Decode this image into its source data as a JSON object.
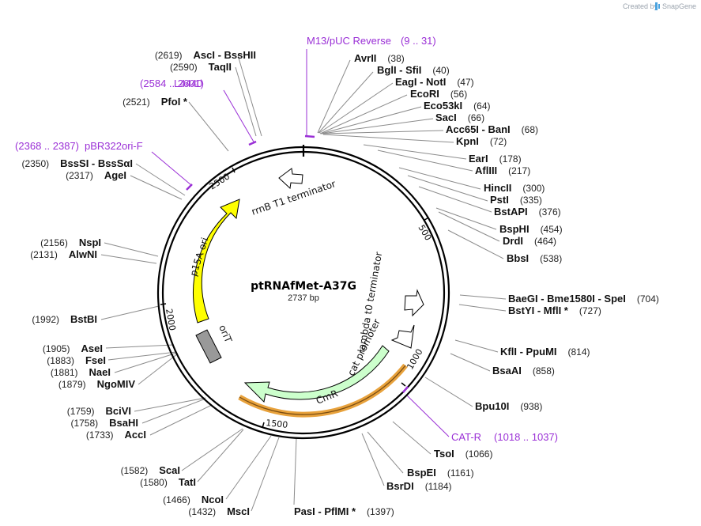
{
  "credit": {
    "text": "Created by",
    "brand": "SnapGene"
  },
  "plasmid": {
    "name": "ptRNAfMet-A37G",
    "length": "2737 bp"
  },
  "ticks": [
    "500",
    "1000",
    "1500",
    "2000",
    "2500"
  ],
  "features": [
    {
      "id": "p15a-ori",
      "label": "p15A ori",
      "color": "#ffff00"
    },
    {
      "id": "orit",
      "label": "oriT",
      "color": "#999999"
    },
    {
      "id": "cmr",
      "label": "CmR",
      "color": "#ccffcc"
    },
    {
      "id": "cat-promoter",
      "label": "cat promoter",
      "color": "#ffffff"
    },
    {
      "id": "lambda-t0",
      "label": "lambda t0 terminator",
      "color": "#ffffff"
    },
    {
      "id": "rrnb-t1",
      "label": "rrnB T1 terminator",
      "color": "#ffffff"
    }
  ],
  "primers": [
    {
      "name": "M13/pUC Reverse",
      "range": "(9 .. 31)"
    },
    {
      "name": "L4440",
      "range": "(2584 .. 2601)"
    },
    {
      "name": "pBR322ori-F",
      "range": "(2368 .. 2387)"
    },
    {
      "name": "CAT-R",
      "range": "(1018 .. 1037)"
    }
  ],
  "sites": [
    {
      "names": [
        "AvrII"
      ],
      "pos": "(38)"
    },
    {
      "names": [
        "BglI",
        "SfiI"
      ],
      "pos": "(40)"
    },
    {
      "names": [
        "EagI",
        "NotI"
      ],
      "pos": "(47)"
    },
    {
      "names": [
        "EcoRI"
      ],
      "pos": "(56)"
    },
    {
      "names": [
        "Eco53kI"
      ],
      "pos": "(64)"
    },
    {
      "names": [
        "SacI"
      ],
      "pos": "(66)"
    },
    {
      "names": [
        "Acc65I",
        "BanI"
      ],
      "pos": "(68)"
    },
    {
      "names": [
        "KpnI"
      ],
      "pos": "(72)"
    },
    {
      "names": [
        "EarI"
      ],
      "pos": "(178)"
    },
    {
      "names": [
        "AflIII"
      ],
      "pos": "(217)"
    },
    {
      "names": [
        "HincII"
      ],
      "pos": "(300)"
    },
    {
      "names": [
        "PstI"
      ],
      "pos": "(335)"
    },
    {
      "names": [
        "BstAPI"
      ],
      "pos": "(376)"
    },
    {
      "names": [
        "BspHI"
      ],
      "pos": "(454)"
    },
    {
      "names": [
        "DrdI"
      ],
      "pos": "(464)"
    },
    {
      "names": [
        "BbsI"
      ],
      "pos": "(538)"
    },
    {
      "names": [
        "BaeGI",
        "Bme1580I",
        "SpeI"
      ],
      "pos": "(704)"
    },
    {
      "names": [
        "BstYI",
        "MflI *"
      ],
      "pos": "(727)"
    },
    {
      "names": [
        "KflI",
        "PpuMI"
      ],
      "pos": "(814)"
    },
    {
      "names": [
        "BsaAI"
      ],
      "pos": "(858)"
    },
    {
      "names": [
        "Bpu10I"
      ],
      "pos": "(938)"
    },
    {
      "names": [
        "TsoI"
      ],
      "pos": "(1066)"
    },
    {
      "names": [
        "BspEI"
      ],
      "pos": "(1161)"
    },
    {
      "names": [
        "BsrDI"
      ],
      "pos": "(1184)"
    },
    {
      "names": [
        "PasI",
        "PflMI *"
      ],
      "pos": "(1397)"
    },
    {
      "names": [
        "MscI"
      ],
      "pos": "(1432)"
    },
    {
      "names": [
        "NcoI"
      ],
      "pos": "(1466)"
    },
    {
      "names": [
        "TatI"
      ],
      "pos": "(1580)"
    },
    {
      "names": [
        "ScaI"
      ],
      "pos": "(1582)"
    },
    {
      "names": [
        "AccI"
      ],
      "pos": "(1733)"
    },
    {
      "names": [
        "BsaHI"
      ],
      "pos": "(1758)"
    },
    {
      "names": [
        "BciVI"
      ],
      "pos": "(1759)"
    },
    {
      "names": [
        "NgoMIV"
      ],
      "pos": "(1879)"
    },
    {
      "names": [
        "NaeI"
      ],
      "pos": "(1881)"
    },
    {
      "names": [
        "FseI"
      ],
      "pos": "(1883)"
    },
    {
      "names": [
        "AseI"
      ],
      "pos": "(1905)"
    },
    {
      "names": [
        "BstBI"
      ],
      "pos": "(1992)"
    },
    {
      "names": [
        "AlwNI"
      ],
      "pos": "(2131)"
    },
    {
      "names": [
        "NspI"
      ],
      "pos": "(2156)"
    },
    {
      "names": [
        "AgeI"
      ],
      "pos": "(2317)"
    },
    {
      "names": [
        "BssSI",
        "BssSαI"
      ],
      "pos": "(2350)"
    },
    {
      "names": [
        "PfoI *"
      ],
      "pos": "(2521)"
    },
    {
      "names": [
        "TaqII"
      ],
      "pos": "(2590)"
    },
    {
      "names": [
        "AscI",
        "BssHII"
      ],
      "pos": "(2619)"
    }
  ]
}
